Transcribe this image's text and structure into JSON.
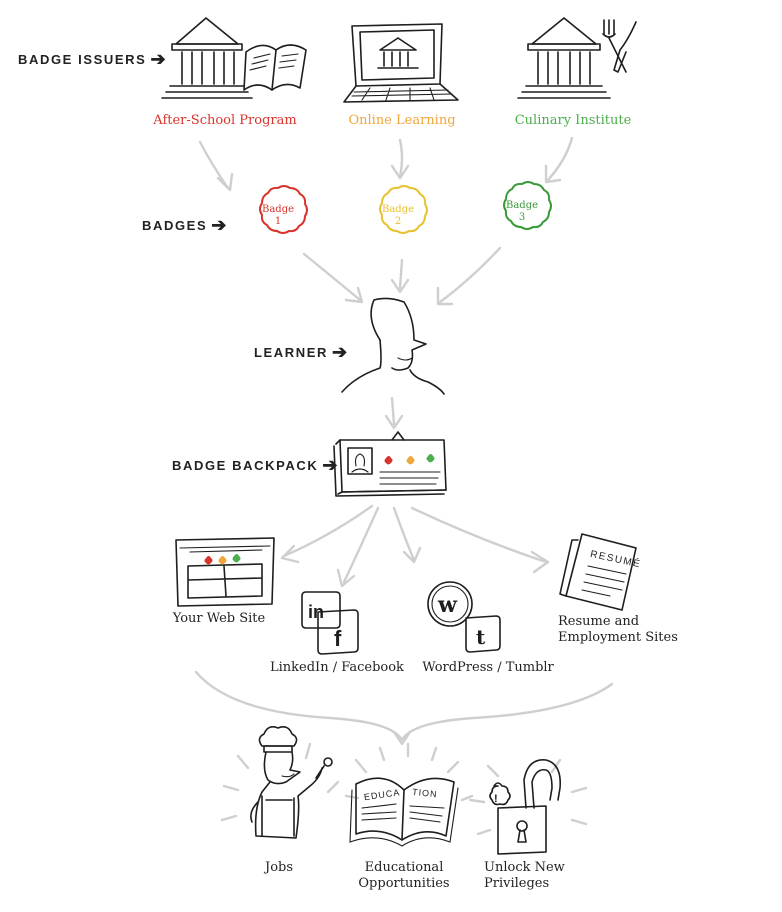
{
  "labels": {
    "badge_issuers": "BADGE ISSUERS",
    "badges": "BADGES",
    "learner": "LEARNER",
    "badge_backpack": "BADGE BACKPACK"
  },
  "issuers": [
    {
      "name": "After-School Program",
      "color": "#d9342b"
    },
    {
      "name": "Online Learning",
      "color": "#f0a63a"
    },
    {
      "name": "Culinary Institute",
      "color": "#4cae4c"
    }
  ],
  "badges": [
    {
      "line1": "Badge",
      "line2": "1",
      "color": "#d9342b"
    },
    {
      "line1": "Badge",
      "line2": "2",
      "color": "#e8c12e"
    },
    {
      "line1": "Badge",
      "line2": "3",
      "color": "#3a9a3a"
    }
  ],
  "destinations": {
    "web_site": "Your Web Site",
    "linkedin_facebook": "LinkedIn / Facebook",
    "wordpress_tumblr": "WordPress / Tumblr",
    "resume_line1": "Resume and",
    "resume_line2": "Employment Sites"
  },
  "sketch_text": {
    "resume_doc": "RESUMÉ",
    "book_left": "EDUCA",
    "book_right": "TION"
  },
  "outcomes": {
    "jobs": "Jobs",
    "education_line1": "Educational",
    "education_line2": "Opportunities",
    "unlock_line1": "Unlock New",
    "unlock_line2": "Privileges"
  },
  "arrow_glyph": "➔"
}
